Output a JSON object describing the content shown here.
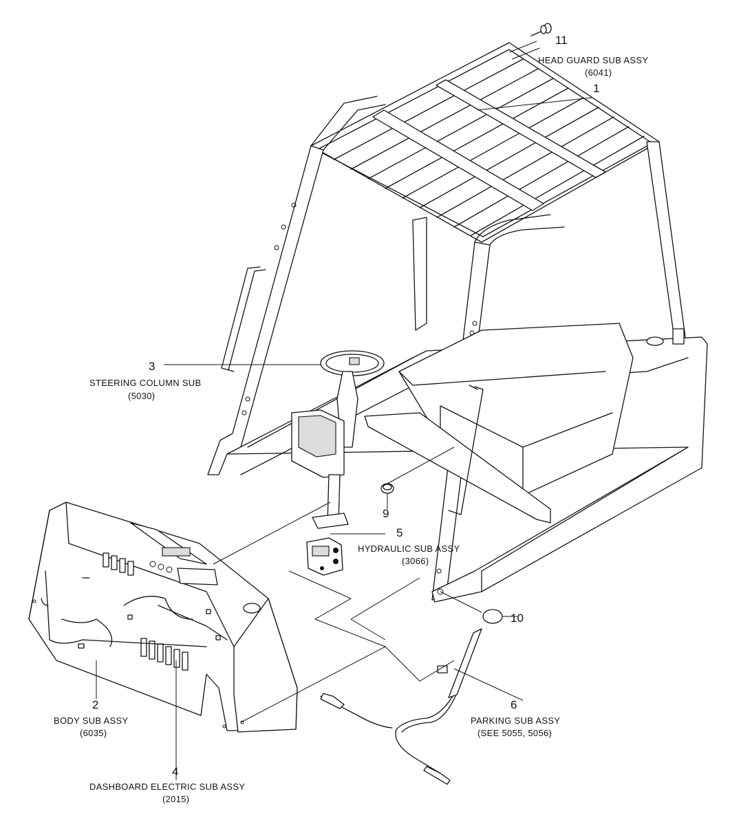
{
  "diagram": {
    "callouts": [
      {
        "id": "11",
        "label": "HEAD GUARD SUB ASSY",
        "code": "(6041)"
      },
      {
        "id": "1",
        "label": "",
        "code": ""
      },
      {
        "id": "3",
        "label": "STEERING COLUMN SUB",
        "code": "(5030)"
      },
      {
        "id": "9",
        "label": "",
        "code": ""
      },
      {
        "id": "5",
        "label": "HYDRAULIC SUB ASSY",
        "code": "(3066)"
      },
      {
        "id": "10",
        "label": "",
        "code": ""
      },
      {
        "id": "2",
        "label": "BODY SUB ASSY",
        "code": "(6035)"
      },
      {
        "id": "6",
        "label": "PARKING SUB ASSY",
        "code": "(SEE 5055, 5056)"
      },
      {
        "id": "4",
        "label": "DASHBOARD ELECTRIC SUB ASSY",
        "code": "(2015)"
      }
    ]
  }
}
